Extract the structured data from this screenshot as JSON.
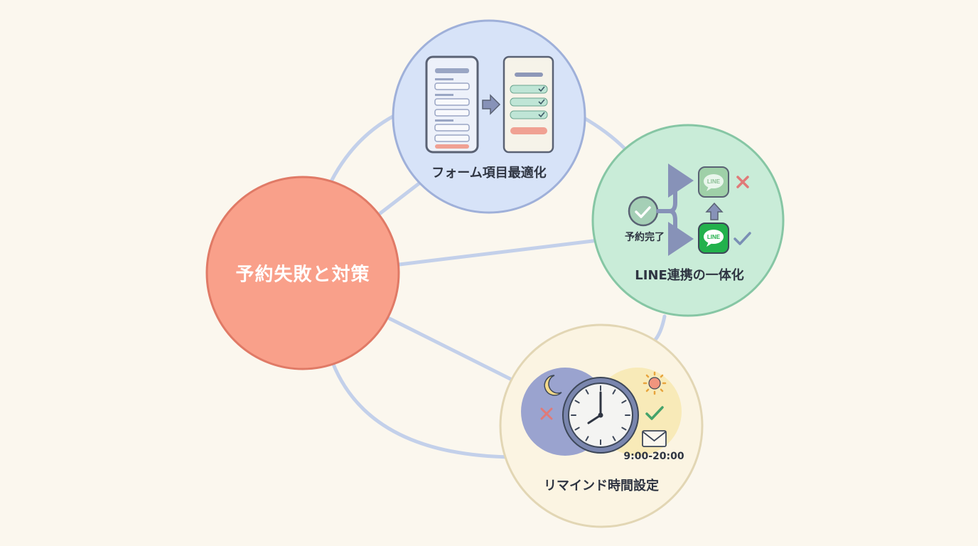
{
  "diagram": {
    "center": {
      "label": "予約失敗と対策"
    },
    "nodes": [
      {
        "id": "form",
        "label": "フォーム項目最適化"
      },
      {
        "id": "line",
        "label": "LINE連携の一体化",
        "badge": "LINE",
        "caption": "予約完了"
      },
      {
        "id": "remind",
        "label": "リマインド時間設定",
        "time_range": "9:00-20:00"
      }
    ]
  },
  "colors": {
    "background": "#fbf7ee",
    "center_fill": "#f9a08a",
    "form_fill": "#d7e3f8",
    "line_fill": "#c9ecd8",
    "remind_fill": "#fbf4e2",
    "connector": "#c3d0ea",
    "line_green": "#22b14c"
  }
}
